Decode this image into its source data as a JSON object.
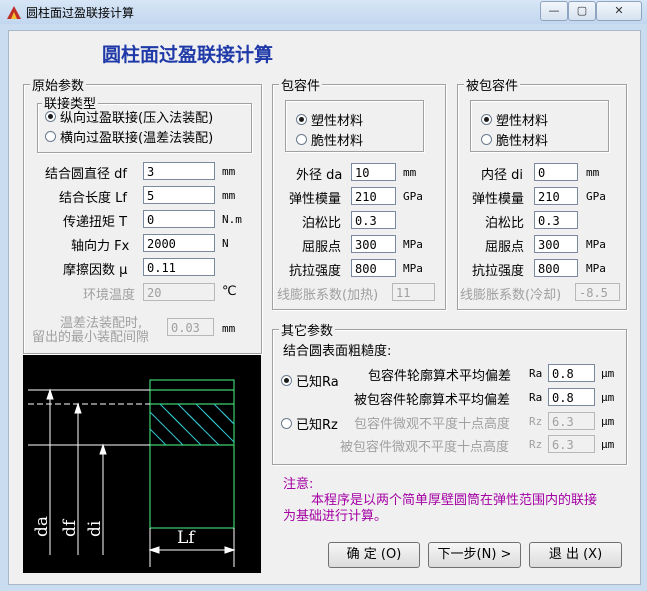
{
  "window": {
    "title": "圆柱面过盈联接计算",
    "min": "—",
    "max": "▢",
    "close": "✕"
  },
  "main_title": "圆柱面过盈联接计算",
  "original": {
    "title": "原始参数",
    "type_title": "联接类型",
    "type_options": [
      "纵向过盈联接(压入法装配)",
      "横向过盈联接(温差法装配)"
    ],
    "fields": [
      {
        "label": "结合圆直径  df",
        "value": "3",
        "unit": "mm"
      },
      {
        "label": "结合长度  Lf",
        "value": "5",
        "unit": "mm"
      },
      {
        "label": "传递扭矩  T",
        "value": "0",
        "unit": "N.m"
      },
      {
        "label": "轴向力  Fx",
        "value": "2000",
        "unit": "N"
      },
      {
        "label": "摩擦因数  μ",
        "value": "0.11",
        "unit": ""
      }
    ],
    "env_temp": {
      "label": "环境温度",
      "value": "20",
      "unit": "℃"
    },
    "clearance": {
      "label1": "温差法装配时,",
      "label2": "留出的最小装配间隙",
      "value": "0.03",
      "unit": "mm"
    }
  },
  "outer": {
    "title": "包容件",
    "materials": [
      "塑性材料",
      "脆性材料"
    ],
    "fields": [
      {
        "label": "外径  da",
        "value": "10",
        "unit": "mm"
      },
      {
        "label": "弹性模量",
        "value": "210",
        "unit": "GPa"
      },
      {
        "label": "泊松比",
        "value": "0.3",
        "unit": ""
      },
      {
        "label": "屈服点",
        "value": "300",
        "unit": "MPa"
      },
      {
        "label": "抗拉强度",
        "value": "800",
        "unit": "MPa"
      }
    ],
    "expansion": {
      "label": "线膨胀系数(加热)",
      "value": "11"
    }
  },
  "inner": {
    "title": "被包容件",
    "materials": [
      "塑性材料",
      "脆性材料"
    ],
    "fields": [
      {
        "label": "内径  di",
        "value": "0",
        "unit": "mm"
      },
      {
        "label": "弹性模量",
        "value": "210",
        "unit": "GPa"
      },
      {
        "label": "泊松比",
        "value": "0.3",
        "unit": ""
      },
      {
        "label": "屈服点",
        "value": "300",
        "unit": "MPa"
      },
      {
        "label": "抗拉强度",
        "value": "800",
        "unit": "MPa"
      }
    ],
    "expansion": {
      "label": "线膨胀系数(冷却)",
      "value": "-8.5"
    }
  },
  "other": {
    "title": "其它参数",
    "subtitle": "结合圆表面粗糙度:",
    "ra_option": "已知Ra",
    "rz_option": "已知Rz",
    "ra_rows": [
      {
        "label": "包容件轮廓算术平均偏差",
        "sym": "Ra",
        "value": "0.8",
        "unit": "μm"
      },
      {
        "label": "被包容件轮廓算术平均偏差",
        "sym": "Ra",
        "value": "0.8",
        "unit": "μm"
      }
    ],
    "rz_rows": [
      {
        "label": "包容件微观不平度十点高度",
        "sym": "Rz",
        "value": "6.3",
        "unit": "μm"
      },
      {
        "label": "被包容件微观不平度十点高度",
        "sym": "Rz",
        "value": "6.3",
        "unit": "μm"
      }
    ]
  },
  "diagram": {
    "labels": [
      "da",
      "df",
      "di",
      "Lf"
    ],
    "line_color": "#ffffff",
    "part_color": "#3cd070",
    "hatch_color": "#30c8d0"
  },
  "note": {
    "title": "注意:",
    "line1": "本程序是以两个简单厚壁圆筒在弹性范围内的联接",
    "line2": "为基础进行计算。"
  },
  "buttons": {
    "ok": "确  定 (O)",
    "next": "下一步(N) >",
    "exit": "退  出 (X)"
  },
  "colors": {
    "title_blue": "#1f3aa8",
    "note_purple": "#a400a4"
  }
}
